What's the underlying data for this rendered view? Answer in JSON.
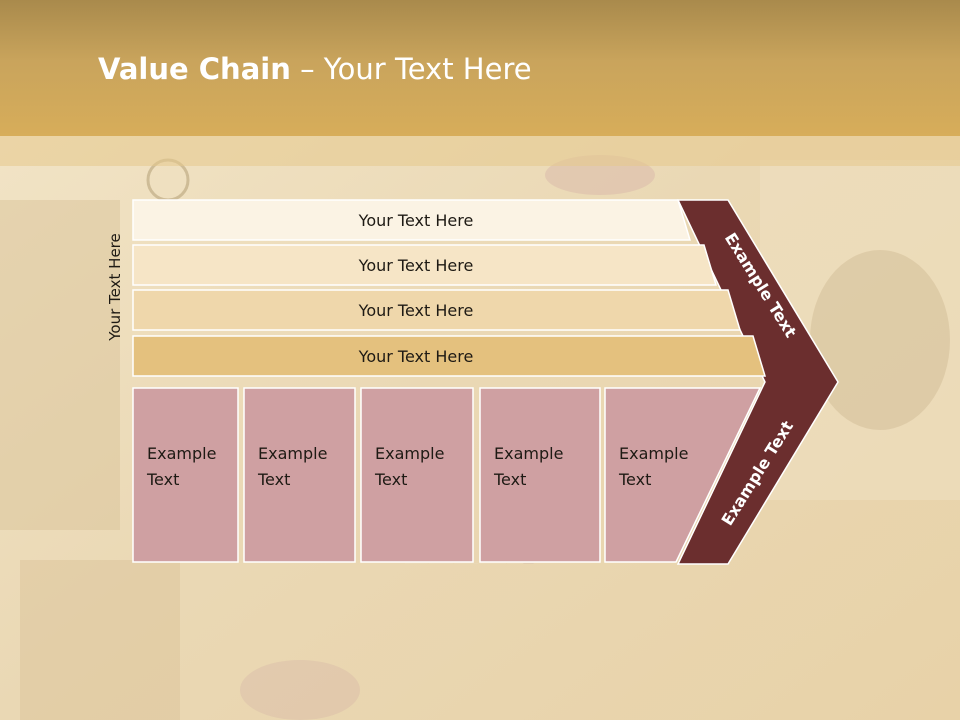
{
  "title": {
    "bold": "Value Chain",
    "rest": " – Your Text Here"
  },
  "side_label": "Your Text Here",
  "rows": [
    "Your Text Here",
    "Your Text Here",
    "Your Text Here",
    "Your Text Here"
  ],
  "boxes": [
    {
      "line1": "Example",
      "line2": "Text"
    },
    {
      "line1": "Example",
      "line2": "Text"
    },
    {
      "line1": "Example",
      "line2": "Text"
    },
    {
      "line1": "Example",
      "line2": "Text"
    },
    {
      "line1": "Example",
      "line2": "Text"
    }
  ],
  "chevron_top": "Example Text",
  "chevron_bottom": "Example Text",
  "colors": {
    "header": "#c9a45c",
    "chevron": "#6b2e2e",
    "box": "#cfa0a2",
    "row1": "#fbf3e4",
    "row2": "#f6e5c6",
    "row3": "#efd7ab",
    "row4": "#e4c17e"
  }
}
